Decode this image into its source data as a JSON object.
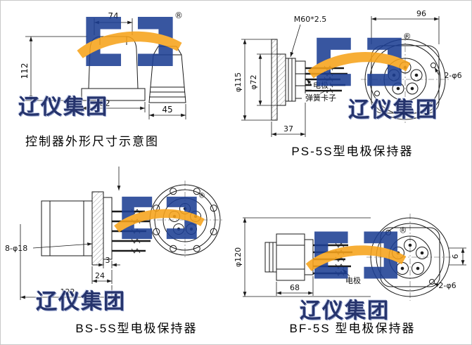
{
  "watermark": {
    "company": "辽仪集团",
    "registered": "®",
    "logo_blue": "#1d3f94",
    "logo_orange": "#f7a31b"
  },
  "controller": {
    "caption": "控制器外形尺寸示意图",
    "dim_top_width": "74",
    "dim_height": "112",
    "dim_base_width": "82",
    "dim_side_width": "45"
  },
  "ps5s": {
    "caption": "PS-5S型电极保持器",
    "dim_thread": "M60*2.5",
    "dim_plate_width": "96",
    "dim_flange_dia": "φ115",
    "dim_boss_dia": "φ72",
    "dim_length": "37",
    "dim_holes": "2-φ6",
    "label_electrode": "电极",
    "label_spring_clip": "弹簧卡子"
  },
  "bs5s": {
    "caption": "BS-5S型电极保持器",
    "dim_bolt_holes": "8-φ18",
    "dim_plate_thickness": "3",
    "dim_flange_thickness": "24",
    "dim_total_length": "122"
  },
  "bf5s": {
    "caption": "BF-5S 型电极保持器",
    "dim_outer_dia": "φ120",
    "dim_hex_length": "68",
    "dim_holes": "2-φ6",
    "dim_small": "6",
    "label_electrode": "电极"
  }
}
